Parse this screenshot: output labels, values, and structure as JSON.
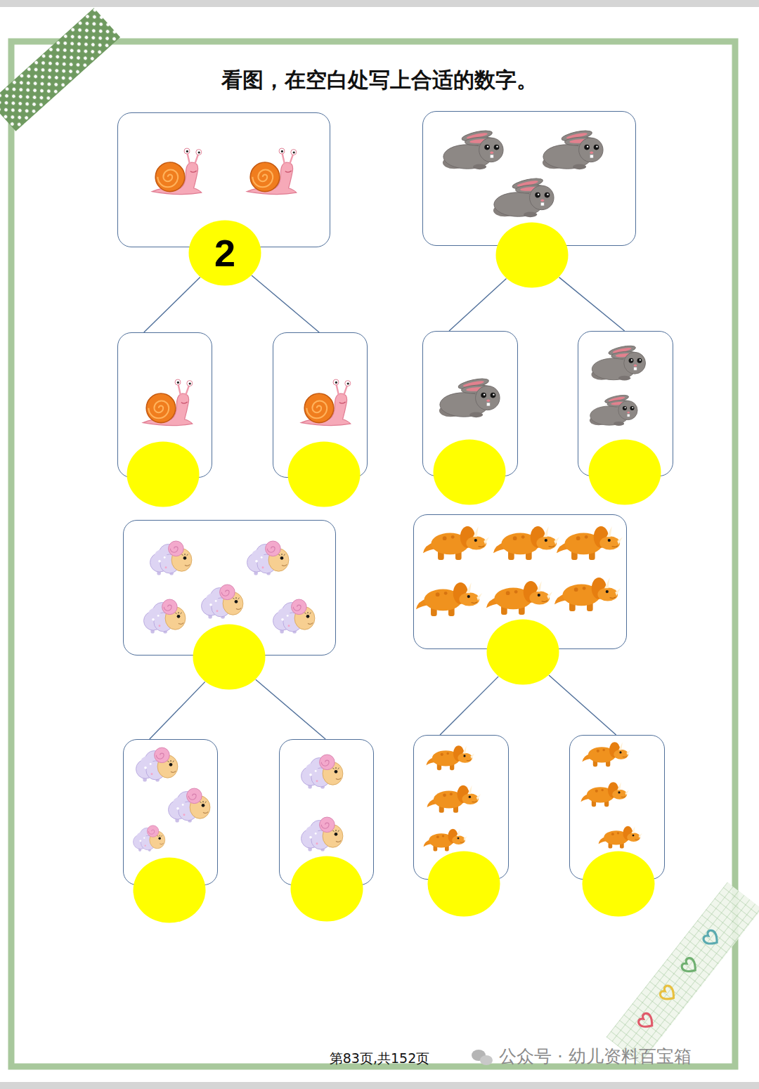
{
  "diagram": {
    "title": "看图，在空白处写上合适的数字。",
    "nodes": [
      {
        "text": []
      },
      {
        "text": [
          "2"
        ]
      },
      {
        "text": []
      },
      {
        "text": []
      },
      {
        "text": []
      },
      {
        "text": []
      },
      {
        "text": []
      },
      {
        "text": []
      },
      {
        "text": []
      },
      {
        "text": []
      },
      {
        "text": []
      },
      {
        "text": []
      },
      {
        "text": []
      },
      {
        "text": []
      },
      {
        "text": []
      },
      {
        "text": []
      },
      {
        "text": []
      },
      {
        "text": []
      },
      {
        "text": []
      },
      {
        "text": []
      },
      {
        "text": []
      },
      {
        "text": []
      },
      {
        "text": []
      },
      {
        "text": []
      }
    ],
    "edges": [
      {
        "from": 1,
        "to": 2,
        "arrow": "none"
      },
      {
        "from": 1,
        "to": 4,
        "arrow": "none"
      },
      {
        "from": 7,
        "to": 8,
        "arrow": "none"
      },
      {
        "from": 7,
        "to": 10,
        "arrow": "none"
      },
      {
        "from": 13,
        "to": 14,
        "arrow": "none"
      },
      {
        "from": 13,
        "to": 16,
        "arrow": "none"
      },
      {
        "from": 19,
        "to": 20,
        "arrow": "none"
      },
      {
        "from": 19,
        "to": 22,
        "arrow": "none"
      }
    ],
    "labels": [
      "第83页,共152页",
      "公众号 · 幼儿资料百宝箱"
    ]
  }
}
